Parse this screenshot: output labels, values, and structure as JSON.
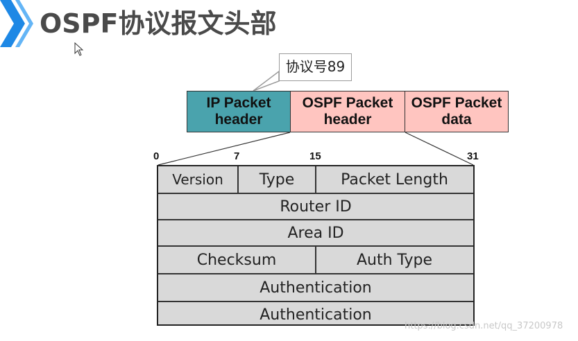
{
  "title": "OSPF协议报文头部",
  "callout": "协议号89",
  "packet": {
    "ip_header": "IP Packet header",
    "ospf_header": "OSPF Packet header",
    "ospf_data": "OSPF Packet data"
  },
  "bits": [
    "0",
    "7",
    "15",
    "31"
  ],
  "fields": {
    "version": "Version",
    "type": "Type",
    "packet_length": "Packet Length",
    "router_id": "Router ID",
    "area_id": "Area ID",
    "checksum": "Checksum",
    "auth_type": "Auth Type",
    "authentication_1": "Authentication",
    "authentication_2": "Authentication"
  },
  "watermark": "https://blog.csdn.net/qq_37200978",
  "colors": {
    "ip_header_fill": "#4aa3ad",
    "ospf_fill": "#ffc5c0",
    "field_fill": "#d9d9d9",
    "accent": "#2196f3"
  }
}
